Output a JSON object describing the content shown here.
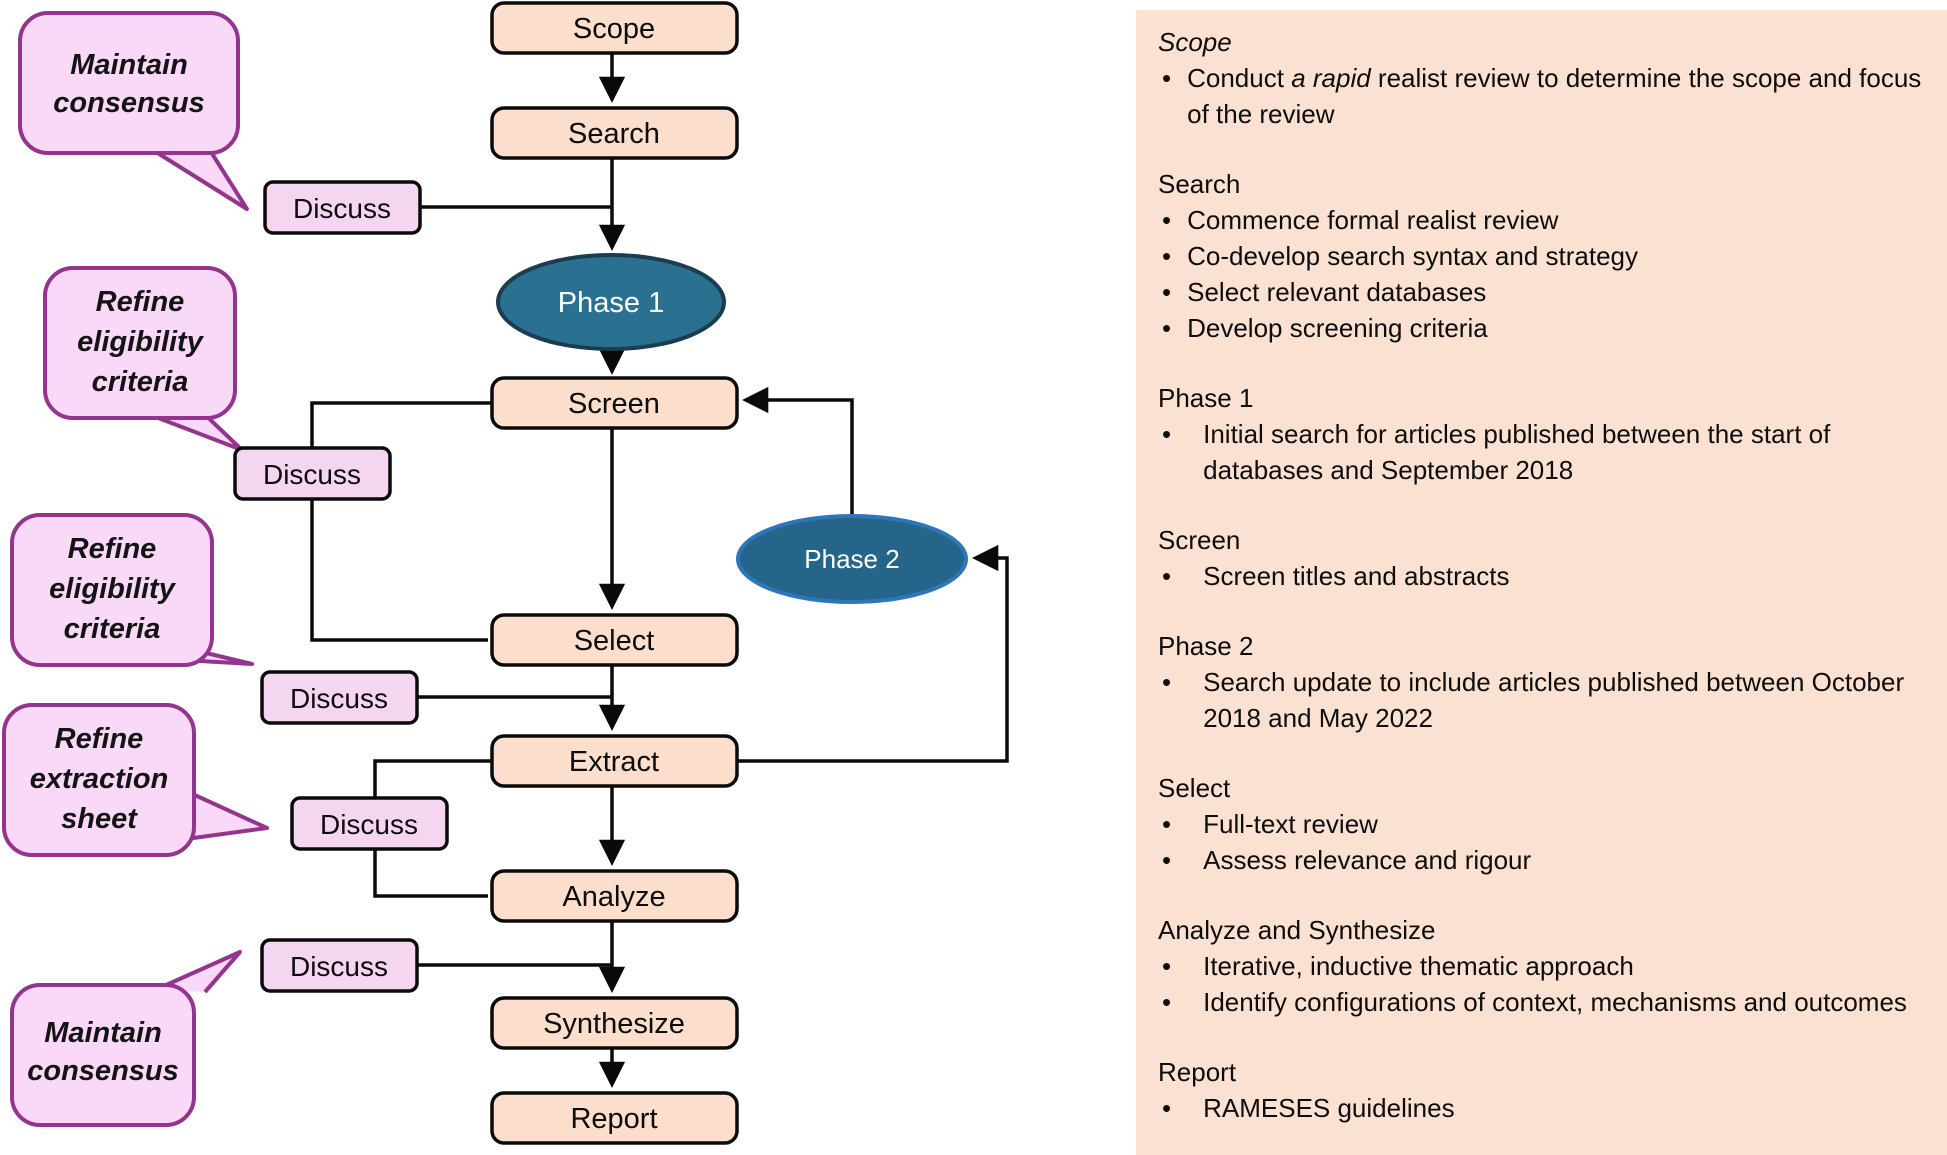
{
  "flowchart": {
    "discuss_label": "Discuss",
    "steps": {
      "scope": "Scope",
      "search": "Search",
      "screen": "Screen",
      "select": "Select",
      "extract": "Extract",
      "analyze": "Analyze",
      "synthesize": "Synthesize",
      "report": "Report"
    },
    "phases": {
      "phase1": "Phase 1",
      "phase2": "Phase 2"
    },
    "bubbles": {
      "b1": {
        "line1": "Maintain",
        "line2": "consensus"
      },
      "b2": {
        "line1": "Refine",
        "line2": "eligibility",
        "line3": "criteria"
      },
      "b3": {
        "line1": "Refine",
        "line2": "eligibility",
        "line3": "criteria"
      },
      "b4": {
        "line1": "Refine",
        "line2": "extraction",
        "line3": "sheet"
      },
      "b5": {
        "line1": "Maintain",
        "line2": "consensus"
      }
    },
    "colors": {
      "process_fill": "#FBDECB",
      "discuss_fill": "#F5D6F0",
      "bubble_fill": "#FAD8F7",
      "bubble_border": "#93358C",
      "phase1_fill": "#2A7090",
      "phase1_border": "#1B3D4F",
      "phase2_fill": "#256589",
      "phase2_border": "#2E76BB",
      "line": "#0a0a0a",
      "panel_bg": "#FBE1D2"
    }
  },
  "panel": {
    "bullet_glyph": "•",
    "sections": [
      {
        "heading": "Scope",
        "bullet_runs": [
          "Conduct ",
          "a rapid",
          " realist review to determine the scope and focus of the review"
        ]
      },
      {
        "heading": "Search",
        "bullets": [
          "Commence formal realist review",
          "Co-develop search syntax and strategy",
          "Select relevant databases",
          "Develop screening criteria"
        ]
      },
      {
        "heading": "Phase 1",
        "bullets": [
          "Initial search for articles published between the start of databases and September 2018"
        ]
      },
      {
        "heading": "Screen",
        "bullets": [
          "Screen titles and abstracts"
        ]
      },
      {
        "heading": "Phase 2",
        "bullets": [
          "Search update to include articles published between October 2018 and May 2022"
        ]
      },
      {
        "heading": "Select",
        "bullets": [
          "Full-text review",
          "Assess relevance and rigour"
        ]
      },
      {
        "heading": "Analyze and Synthesize",
        "bullets": [
          "Iterative, inductive thematic approach",
          "Identify configurations of context, mechanisms and outcomes"
        ]
      },
      {
        "heading": "Report",
        "bullets": [
          "RAMESES guidelines"
        ]
      }
    ]
  }
}
